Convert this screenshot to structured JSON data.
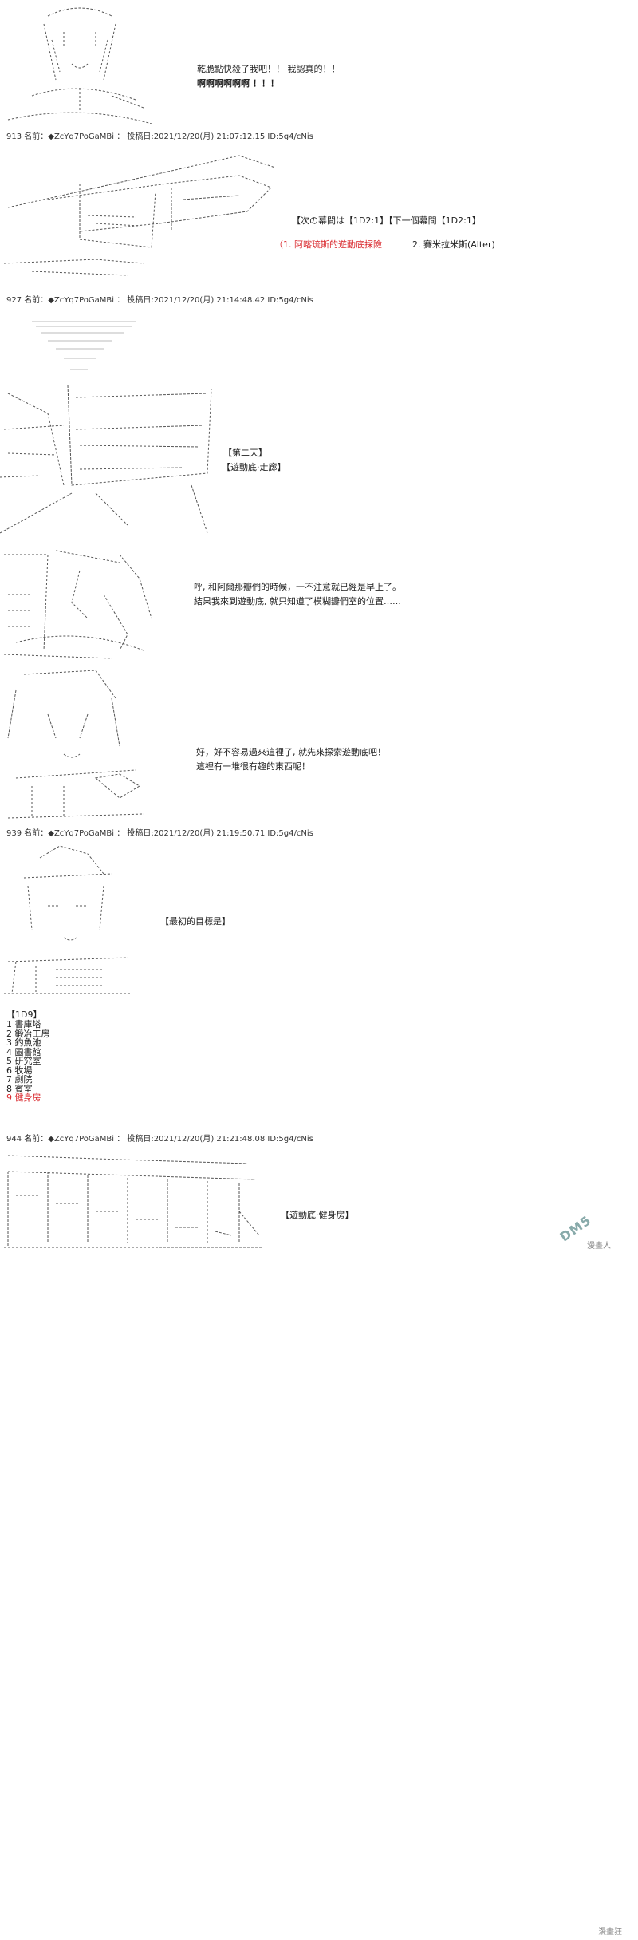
{
  "panel1": {
    "lines": [
      "乾脆點快殺了我吧！！ 我認真的！！",
      "啊啊啊啊啊啊 ！！！"
    ]
  },
  "post913": "913 名前：◆ZcYq7PoGaMBi ： 投稿日:2021/12/20(月) 21:07:12.15 ID:5g4/cNis",
  "panel2": {
    "next_hint": "【次の幕間は【1D2:1】【下一個幕間【1D2:1】",
    "choice1": "（1. 阿喀琉斯的遊動底探險",
    "choice2": "2. 賽米拉米斯(Alter)"
  },
  "post927": "927 名前：◆ZcYq7PoGaMBi ： 投稿日:2021/12/20(月) 21:14:48.42 ID:5g4/cNis",
  "panel3": {
    "day": "【第二天】",
    "place": "【遊動底·走廊】"
  },
  "panel4": {
    "lines": [
      "呼, 和阿爾那瓣們的時候，一不注意就已經是早上了。",
      "結果我來到遊動底, 就只知道了模糊瓣們室的位置……"
    ]
  },
  "panel5": {
    "lines": [
      "好，好不容易過來這裡了, 就先來探索遊動底吧！",
      "這裡有一堆很有趣的東西呢！"
    ]
  },
  "post939": "939 名前：◆ZcYq7PoGaMBi ： 投稿日:2021/12/20(月) 21:19:50.71 ID:5g4/cNis",
  "panel6": {
    "caption": "【最初的目標是】",
    "list_title": "【1D9】",
    "items": [
      "1 書庫塔",
      "2 鍛冶工房",
      "3 釣魚池",
      "4 圖書館",
      "5 研究室",
      "6 牧場",
      "7 劇院",
      "8 賓室",
      "9 健身房"
    ],
    "highlight_index": 8
  },
  "post944": "944 名前：◆ZcYq7PoGaMBi ： 投稿日:2021/12/20(月) 21:21:48.08 ID:5g4/cNis",
  "panel7": {
    "caption": "【遊動底·健身房】"
  },
  "watermark": {
    "logo": "DM5",
    "site": "漫畫人",
    "bottom": "漫畫狂"
  },
  "colors": {
    "highlight": "#d9262b"
  }
}
